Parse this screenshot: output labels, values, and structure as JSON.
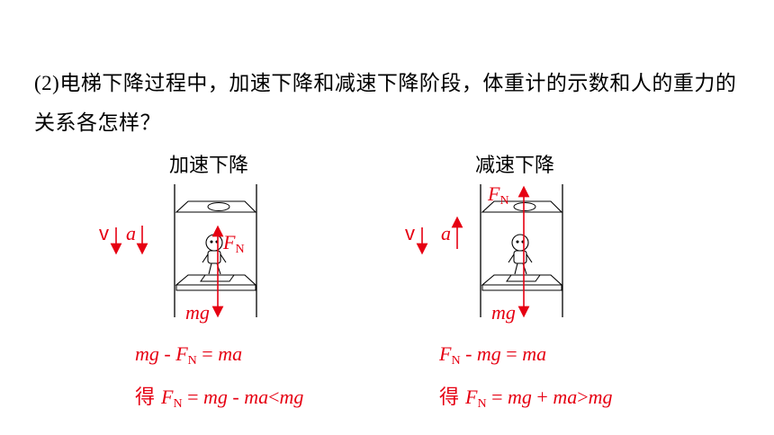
{
  "question": {
    "number": "(2)",
    "text": "电梯下降过程中，加速下降和减速下降阶段，体重计的示数和人的重力的关系各怎样？"
  },
  "panels": [
    {
      "title": "加速下降",
      "v_label": "v",
      "a_label": "a",
      "a_direction": "down",
      "fn_label": "F",
      "fn_sub": "N",
      "mg_label": "mg",
      "eq1": {
        "a": "mg",
        "op1": " - ",
        "b": "F",
        "b_sub": "N",
        "op2": " = ",
        "c": "ma"
      },
      "eq2": {
        "prefix": "得 ",
        "a": "F",
        "a_sub": "N",
        "op1": " = ",
        "b": "mg",
        "op2": " - ",
        "c": "ma",
        "op3": "<",
        "d": "mg"
      }
    },
    {
      "title": "减速下降",
      "v_label": "v",
      "a_label": "a",
      "a_direction": "up",
      "fn_label": "F",
      "fn_sub": "N",
      "mg_label": "mg",
      "eq1": {
        "a": "F",
        "a_sub": "N",
        "op1": " - ",
        "b": "mg",
        "op2": " = ",
        "c": "ma"
      },
      "eq2": {
        "prefix": "得 ",
        "a": "F",
        "a_sub": "N",
        "op1": " = ",
        "b": "mg",
        "op2": " + ",
        "c": "ma",
        "op3": ">",
        "d": "mg"
      }
    }
  ],
  "colors": {
    "accent": "#e60012",
    "line": "#000000"
  }
}
